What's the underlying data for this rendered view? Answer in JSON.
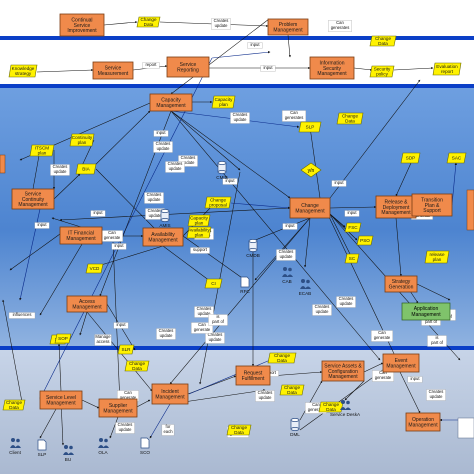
{
  "processes": [
    {
      "id": "csi",
      "text": [
        "Continual",
        "Service",
        "Improvement"
      ]
    },
    {
      "id": "prob",
      "text": [
        "Problem",
        "Management"
      ]
    },
    {
      "id": "ism",
      "text": [
        "Information",
        "Security",
        "Management"
      ]
    },
    {
      "id": "svcmeas",
      "text": [
        "Service",
        "Measurement"
      ]
    },
    {
      "id": "svcrep",
      "text": [
        "Service",
        "Reporting"
      ]
    },
    {
      "id": "cap",
      "text": [
        "Capacity",
        "Management"
      ]
    },
    {
      "id": "scm",
      "text": [
        "Service",
        "Continuity",
        "Management"
      ]
    },
    {
      "id": "itfin",
      "text": [
        "IT Financial",
        "Management"
      ]
    },
    {
      "id": "avail",
      "text": [
        "Availability",
        "Management"
      ]
    },
    {
      "id": "chg",
      "text": [
        "Change",
        "Management"
      ]
    },
    {
      "id": "rdm",
      "text": [
        "Release &",
        "Deployment",
        "Management"
      ]
    },
    {
      "id": "tps",
      "text": [
        "Transition",
        "Plan &",
        "Support"
      ]
    },
    {
      "id": "strat",
      "text": [
        "Strategy",
        "Generation"
      ]
    },
    {
      "id": "acc",
      "text": [
        "Access",
        "Management"
      ]
    },
    {
      "id": "slm",
      "text": [
        "Service Level",
        "Management"
      ]
    },
    {
      "id": "sup",
      "text": [
        "Supplier",
        "Management"
      ]
    },
    {
      "id": "inc",
      "text": [
        "Incident",
        "Management"
      ]
    },
    {
      "id": "rf",
      "text": [
        "Request",
        "Fulfillment"
      ]
    },
    {
      "id": "sacm",
      "text": [
        "Service Assets &",
        "Configuration",
        "Management"
      ]
    },
    {
      "id": "evt",
      "text": [
        "Event",
        "Management"
      ]
    },
    {
      "id": "ops",
      "text": [
        "Operation",
        "Management"
      ]
    }
  ],
  "green_box": {
    "text": [
      "Application",
      "Management"
    ]
  },
  "documents": [
    {
      "id": "d1",
      "text": [
        "Change",
        "Data"
      ]
    },
    {
      "id": "d2",
      "text": [
        "Change",
        "Data"
      ]
    },
    {
      "id": "d3",
      "text": [
        "Knowledge",
        "strategy"
      ]
    },
    {
      "id": "d4",
      "text": [
        "Security",
        "policy"
      ]
    },
    {
      "id": "d5",
      "text": [
        "Evaluation",
        "report"
      ]
    },
    {
      "id": "d6",
      "text": [
        "Capacity",
        "plan"
      ]
    },
    {
      "id": "d7",
      "text": [
        "SLP"
      ]
    },
    {
      "id": "d8",
      "text": [
        "Change",
        "Data"
      ]
    },
    {
      "id": "d9",
      "text": [
        "Continuity",
        "plan"
      ]
    },
    {
      "id": "d10",
      "text": [
        "ITSCM",
        "plan"
      ]
    },
    {
      "id": "d11",
      "text": [
        "SDP"
      ]
    },
    {
      "id": "d12",
      "text": [
        "SAC"
      ]
    },
    {
      "id": "d13",
      "text": [
        "BIA"
      ]
    },
    {
      "id": "d14",
      "text": [
        "Change",
        "proposal"
      ]
    },
    {
      "id": "d15",
      "text": [
        "Capacity",
        "plan"
      ]
    },
    {
      "id": "d16",
      "text": [
        "Availability",
        "plan"
      ]
    },
    {
      "id": "d17",
      "text": [
        "FSC"
      ]
    },
    {
      "id": "d18",
      "text": [
        "PSO"
      ]
    },
    {
      "id": "d19",
      "text": [
        "SC"
      ]
    },
    {
      "id": "d20",
      "text": [
        "release",
        "plan"
      ]
    },
    {
      "id": "d21",
      "text": [
        "VCD"
      ]
    },
    {
      "id": "d22",
      "text": [
        "CI"
      ]
    },
    {
      "id": "d23",
      "text": [
        "SIP"
      ]
    },
    {
      "id": "d24",
      "text": [
        "Change",
        "Data"
      ]
    },
    {
      "id": "d25",
      "text": [
        "Change",
        "Data"
      ]
    },
    {
      "id": "d26",
      "text": [
        "Change",
        "Data"
      ]
    },
    {
      "id": "d27",
      "text": [
        "Change",
        "Data"
      ]
    },
    {
      "id": "d28",
      "text": [
        "Change",
        "Data"
      ]
    },
    {
      "id": "d29",
      "text": [
        "Change",
        "Data"
      ]
    },
    {
      "id": "d30",
      "text": [
        "SLR"
      ]
    },
    {
      "id": "d31",
      "text": [
        "SOP"
      ]
    }
  ],
  "stores": [
    {
      "id": "cmis",
      "text": "CMIS"
    },
    {
      "id": "ams",
      "text": "AMIS"
    },
    {
      "id": "cmdb",
      "text": "CMDB"
    },
    {
      "id": "rfc",
      "text": "RFC"
    },
    {
      "id": "cab",
      "text": "CAB"
    },
    {
      "id": "ecab",
      "text": "ECAB"
    },
    {
      "id": "dml",
      "text": "DML"
    },
    {
      "id": "sdesk",
      "text": "Service DeskA"
    },
    {
      "id": "client",
      "text": "Client"
    },
    {
      "id": "slpb",
      "text": "SLP"
    },
    {
      "id": "bu",
      "text": "BU"
    },
    {
      "id": "ola",
      "text": "OLA"
    },
    {
      "id": "sco",
      "text": "SCO"
    }
  ],
  "labels": [
    {
      "id": "l1",
      "text": "Creates update"
    },
    {
      "id": "l2",
      "text": "Can generates"
    },
    {
      "id": "l3",
      "text": "input"
    },
    {
      "id": "l4",
      "text": "report"
    },
    {
      "id": "l5",
      "text": "input"
    },
    {
      "id": "l6",
      "text": "Creates update"
    },
    {
      "id": "l7",
      "text": "Can generates"
    },
    {
      "id": "l8",
      "text": "Creates update"
    },
    {
      "id": "l9",
      "text": "input"
    },
    {
      "id": "l10",
      "text": "Creates update"
    },
    {
      "id": "l11",
      "text": "Creates update"
    },
    {
      "id": "l12",
      "text": "Creates update"
    },
    {
      "id": "l13",
      "text": "input"
    },
    {
      "id": "l14",
      "text": "input"
    },
    {
      "id": "l15",
      "text": "input"
    },
    {
      "id": "l16",
      "text": "Creates update"
    },
    {
      "id": "l17",
      "text": "Creates update"
    },
    {
      "id": "l18",
      "text": "input"
    },
    {
      "id": "l19",
      "text": "Creates update"
    },
    {
      "id": "l20",
      "text": "Can generate"
    },
    {
      "id": "l21",
      "text": "input"
    },
    {
      "id": "l22",
      "text": "input"
    },
    {
      "id": "l23",
      "text": "input"
    },
    {
      "id": "l24",
      "text": "support"
    },
    {
      "id": "l25",
      "text": "Creates update"
    },
    {
      "id": "l26",
      "text": "Can generate"
    },
    {
      "id": "l27",
      "text": "is part of"
    },
    {
      "id": "l28",
      "text": "influences"
    },
    {
      "id": "l29",
      "text": "Manage access"
    },
    {
      "id": "l30",
      "text": "input"
    },
    {
      "id": "l31",
      "text": "Creates update"
    },
    {
      "id": "l32",
      "text": "Creates update"
    },
    {
      "id": "l33",
      "text": "Can generate"
    },
    {
      "id": "l34",
      "text": "Creates update"
    },
    {
      "id": "l35",
      "text": "Creates update"
    },
    {
      "id": "l36",
      "text": "Can generate"
    },
    {
      "id": "l37",
      "text": "Creates update"
    },
    {
      "id": "l38",
      "text": "is part of"
    },
    {
      "id": "l39",
      "text": "is part of"
    },
    {
      "id": "l40",
      "text": "Can generate"
    },
    {
      "id": "l41",
      "text": "Creates update"
    },
    {
      "id": "l42",
      "text": "for each"
    },
    {
      "id": "l43",
      "text": "Creates update"
    },
    {
      "id": "l44",
      "text": "Can generate"
    },
    {
      "id": "l45",
      "text": "Can generate"
    },
    {
      "id": "l46",
      "text": "input"
    },
    {
      "id": "l47",
      "text": "support"
    },
    {
      "id": "l48",
      "text": "is part of"
    },
    {
      "id": "l49",
      "text": "Creates update"
    },
    {
      "id": "l50",
      "text": "Can generate"
    }
  ],
  "colors": {
    "band_top": "#0b3fc7",
    "band_mid": "#5f93d6",
    "band_low": "#9db9e2",
    "band_bottom": "#b9c9e0",
    "process": "#f08a4b",
    "doc": "#fff200",
    "green": "#7fc36b",
    "storage": "#2d4f86"
  }
}
